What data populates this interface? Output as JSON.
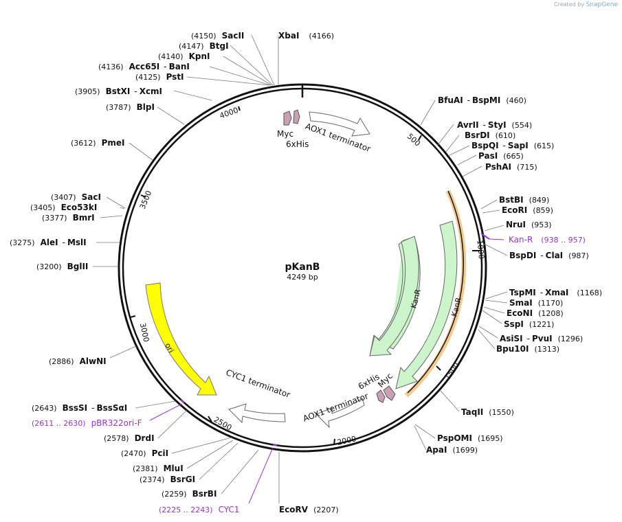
{
  "brand": {
    "prefix": "Created by",
    "name": "SnapGene"
  },
  "plasmid": {
    "name": "pKanB",
    "length_label": "4249 bp",
    "length": 4249
  },
  "tick_labels": [
    "500",
    "1000",
    "1500",
    "2000",
    "2500",
    "3000",
    "3500",
    "4000"
  ],
  "sites": [
    {
      "name": "XbaI",
      "pos": "4166"
    },
    {
      "name": "SacII",
      "pos": "4150"
    },
    {
      "name": "BtgI",
      "pos": "4147"
    },
    {
      "name": "KpnI",
      "pos": "4140"
    },
    {
      "name": "Acc65I",
      "alt": "BanI",
      "pos": "4136"
    },
    {
      "name": "PstI",
      "pos": "4125"
    },
    {
      "name": "BstXI",
      "alt": "XcmI",
      "pos": "3905"
    },
    {
      "name": "BlpI",
      "pos": "3787"
    },
    {
      "name": "PmeI",
      "pos": "3612"
    },
    {
      "name": "SacI",
      "pos": "3407"
    },
    {
      "name": "Eco53kI",
      "pos": "3405"
    },
    {
      "name": "BmrI",
      "pos": "3377"
    },
    {
      "name": "AleI",
      "alt": "MslI",
      "pos": "3275"
    },
    {
      "name": "BglII",
      "pos": "3200"
    },
    {
      "name": "AlwNI",
      "pos": "2886"
    },
    {
      "name": "BssSI",
      "alt": "BssSαI",
      "pos": "2643"
    },
    {
      "name": "DrdI",
      "pos": "2578"
    },
    {
      "name": "PciI",
      "pos": "2470"
    },
    {
      "name": "MluI",
      "pos": "2381"
    },
    {
      "name": "BsrGI",
      "pos": "2374"
    },
    {
      "name": "BsrBI",
      "pos": "2259"
    },
    {
      "name": "EcoRV",
      "pos": "2207"
    },
    {
      "name": "BfuAI",
      "alt": "BspMI",
      "pos": "460"
    },
    {
      "name": "AvrII",
      "alt": "StyI",
      "pos": "554"
    },
    {
      "name": "BsrDI",
      "pos": "610"
    },
    {
      "name": "BspQI",
      "alt": "SapI",
      "pos": "615"
    },
    {
      "name": "PasI",
      "pos": "665"
    },
    {
      "name": "PshAI",
      "pos": "715"
    },
    {
      "name": "BstBI",
      "pos": "849"
    },
    {
      "name": "EcoRI",
      "pos": "859"
    },
    {
      "name": "NruI",
      "pos": "953"
    },
    {
      "name": "BspDI",
      "alt": "ClaI",
      "pos": "987"
    },
    {
      "name": "TspMI",
      "alt": "XmaI",
      "pos": "1168"
    },
    {
      "name": "SmaI",
      "pos": "1170"
    },
    {
      "name": "EcoNI",
      "pos": "1208"
    },
    {
      "name": "SspI",
      "pos": "1221"
    },
    {
      "name": "AsiSI",
      "alt": "PvuI",
      "pos": "1296"
    },
    {
      "name": "Bpu10I",
      "pos": "1313"
    },
    {
      "name": "TaqII",
      "pos": "1550"
    },
    {
      "name": "PspOMI",
      "pos": "1695"
    },
    {
      "name": "ApaI",
      "pos": "1699"
    }
  ],
  "primers": [
    {
      "name": "Kan-R",
      "range": "(938 .. 957)"
    },
    {
      "name": "pBR322ori-F",
      "range": "(2611 .. 2630)"
    },
    {
      "name": "CYC1",
      "range": "(2225 .. 2243)"
    }
  ],
  "features": [
    {
      "name": "Myc",
      "type": "tag"
    },
    {
      "name": "6xHis",
      "type": "tag"
    },
    {
      "name": "AOX1 terminator",
      "type": "terminator"
    },
    {
      "name": "KanR",
      "type": "cds"
    },
    {
      "name": "KanR",
      "type": "cds"
    },
    {
      "name": "6xHis",
      "type": "tag"
    },
    {
      "name": "Myc",
      "type": "tag"
    },
    {
      "name": "AOX1 terminator",
      "type": "terminator"
    },
    {
      "name": "CYC1 terminator",
      "type": "terminator"
    },
    {
      "name": "ori",
      "type": "rep_origin"
    }
  ],
  "colors": {
    "backbone": "#111111",
    "cds": "#ccf5cc",
    "ori": "#ffff00",
    "tag": "#c9a0b4",
    "primer": "#9933cc",
    "highlight": "#f2c27a"
  }
}
